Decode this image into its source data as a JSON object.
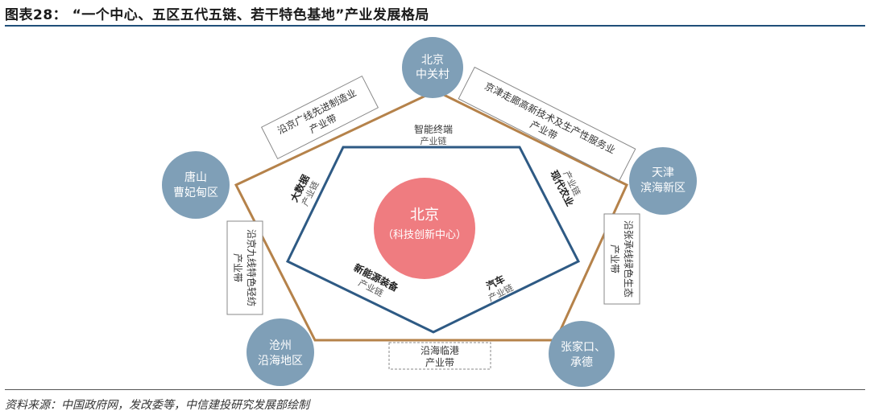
{
  "title": "图表28：  “一个中心、五区五代五链、若干特色基地”产业发展格局",
  "source": "资料来源：中国政府网，发改委等，中信建投研究发展部绘制",
  "colors": {
    "node_fill": "#7f9fb7",
    "outer_pentagon": "#b5824a",
    "inner_pentagon": "#2e5a84",
    "center_fill": "#ef7c80",
    "rule": "#1f4e79"
  },
  "center": {
    "line1": "北京",
    "line2": "（科技创新中心）"
  },
  "nodes": [
    {
      "id": "beijing",
      "lines": [
        "北京",
        "中关村"
      ]
    },
    {
      "id": "tianjin",
      "lines": [
        "天津",
        "滨海新区"
      ]
    },
    {
      "id": "zhangjiakou",
      "lines": [
        "张家口、",
        "承德"
      ]
    },
    {
      "id": "cangzhou",
      "lines": [
        "沧州",
        "沿海地区"
      ]
    },
    {
      "id": "tangshan",
      "lines": [
        "唐山",
        "曹妃甸区"
      ]
    }
  ],
  "chains": [
    {
      "id": "top",
      "name": "智能终端",
      "sub": "产业链"
    },
    {
      "id": "right",
      "name": "现代农业",
      "sub": "产业链"
    },
    {
      "id": "bottom-right",
      "name": "汽车",
      "sub": "产业链"
    },
    {
      "id": "bottom-left",
      "name": "新能源装备",
      "sub": "产业链"
    },
    {
      "id": "left",
      "name": "大数据",
      "sub": "产业链"
    }
  ],
  "belts": [
    {
      "id": "beijing-tianjin",
      "line1": "京津走廊高新技术及生产性服务业",
      "line2": "产业带"
    },
    {
      "id": "tianjin-zhangjiakou",
      "line1": "沿张承线绿色生态",
      "line2": "产业带"
    },
    {
      "id": "coastal",
      "line1": "沿海临港",
      "line2": "产业带"
    },
    {
      "id": "jingjiu",
      "line1": "沿京九线特色轻纺",
      "line2": "产业带"
    },
    {
      "id": "jingguang",
      "line1": "沿京广线先进制造业",
      "line2": "产业带"
    }
  ]
}
